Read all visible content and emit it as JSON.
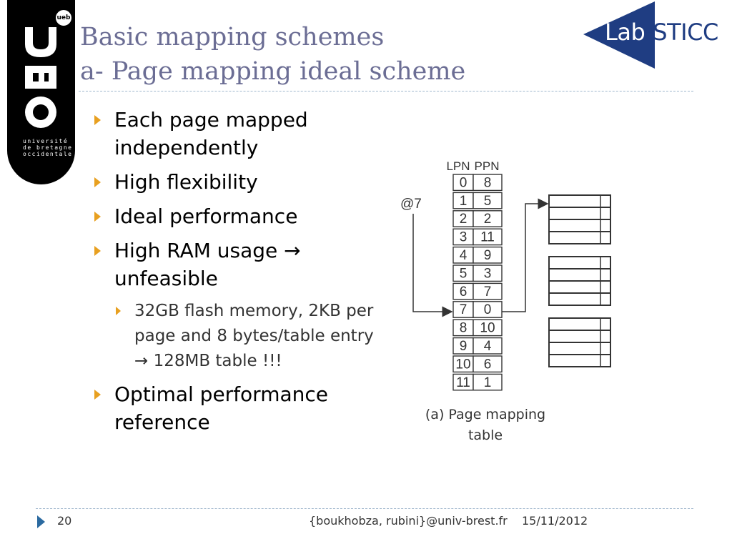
{
  "logo_left": {
    "university_lines": [
      "université",
      "de bretagne",
      "occidentale"
    ],
    "badge": "ueb"
  },
  "title": {
    "line1": "Basic mapping schemes",
    "line2": "a- Page mapping ideal scheme"
  },
  "lab_logo": {
    "part1": "Lab",
    "part2": "-STICC"
  },
  "bullets": [
    {
      "level": 1,
      "text": "Each page mapped independently"
    },
    {
      "level": 1,
      "text": "High flexibility"
    },
    {
      "level": 1,
      "text": "Ideal performance"
    },
    {
      "level": 1,
      "text": "High RAM usage → unfeasible"
    },
    {
      "level": 2,
      "text": "32GB flash memory, 2KB per page and 8 bytes/table entry → 128MB table !!!"
    },
    {
      "level": 1,
      "text": "Optimal performance reference"
    }
  ],
  "diagram": {
    "col_lpn": "LPN",
    "col_ppn": "PPN",
    "address_label": "@7",
    "rows": [
      [
        "0",
        "8"
      ],
      [
        "1",
        "5"
      ],
      [
        "2",
        "2"
      ],
      [
        "3",
        "11"
      ],
      [
        "4",
        "9"
      ],
      [
        "5",
        "3"
      ],
      [
        "6",
        "7"
      ],
      [
        "7",
        "0"
      ],
      [
        "8",
        "10"
      ],
      [
        "9",
        "4"
      ],
      [
        "10",
        "6"
      ],
      [
        "11",
        "1"
      ]
    ],
    "caption_line1": "(a) Page mapping",
    "caption_line2": "table"
  },
  "footer": {
    "page_number": "20",
    "authors": "{boukhobza, rubini}@univ-brest.fr",
    "date": "15/11/2012"
  },
  "colors": {
    "title": "#6b6d94",
    "bullet_arrow": "#e8a020",
    "footer_arrow": "#2b6aa0",
    "lab_logo": "#1f3d82",
    "divider": "#9fb6cc"
  }
}
